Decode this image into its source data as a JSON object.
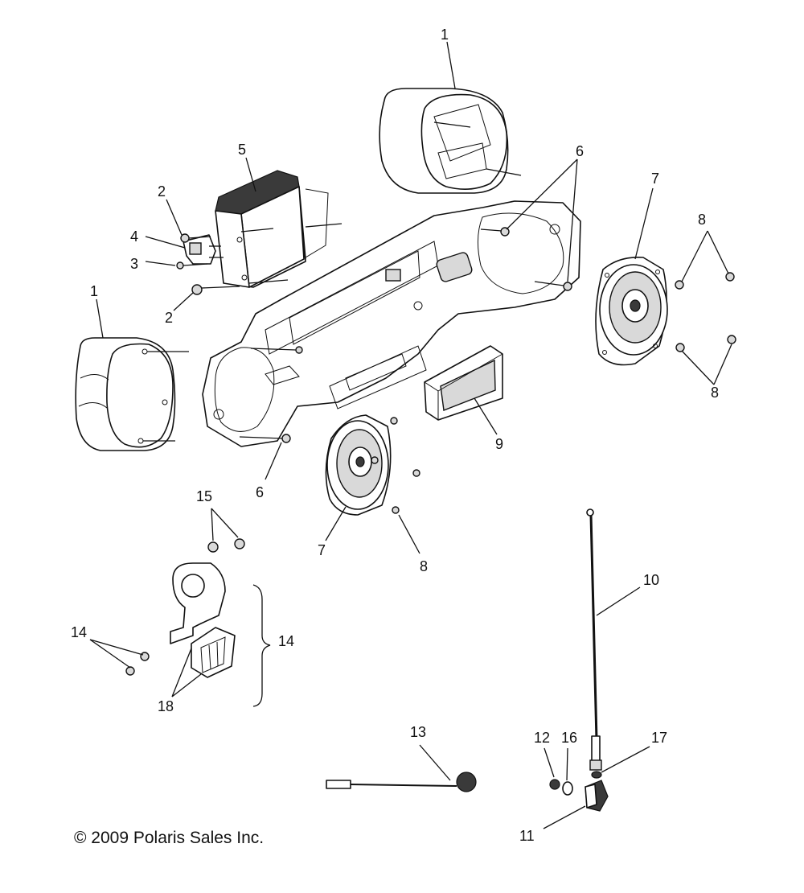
{
  "callouts": {
    "c1a": "1",
    "c1b": "1",
    "c2a": "2",
    "c2b": "2",
    "c3": "3",
    "c4": "4",
    "c5": "5",
    "c6a": "6",
    "c6b": "6",
    "c7a": "7",
    "c7b": "7",
    "c8a": "8",
    "c8b": "8",
    "c8c": "8",
    "c9": "9",
    "c10": "10",
    "c11": "11",
    "c12": "12",
    "c13": "13",
    "c14a": "14",
    "c14b": "14",
    "c15": "15",
    "c16": "16",
    "c17": "17",
    "c18": "18"
  },
  "copyright": "© 2009 Polaris Sales Inc."
}
